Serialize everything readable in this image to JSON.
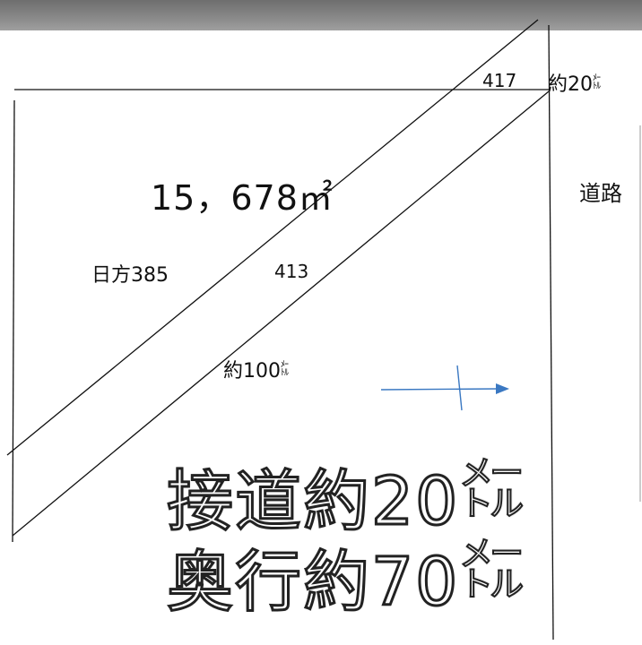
{
  "plot": {
    "area": "15，678㎡",
    "parcel_a": "日方385",
    "parcel_b": "413",
    "parcel_c": "417",
    "frontage_num": "約20",
    "frontage_unit": "ﾒｰﾄﾙ",
    "depth_num": "約100",
    "depth_unit": "ﾒｰﾄﾙ",
    "road": "道路"
  },
  "caption": {
    "line1_text": "接道約20",
    "line1_unit": "メートル",
    "line2_text": "奥行約70",
    "line2_unit": "メートル"
  },
  "colors": {
    "line": "#111111",
    "arrow": "#3a78c2",
    "caption_fill": "#ffffff",
    "caption_stroke": "#222222"
  }
}
